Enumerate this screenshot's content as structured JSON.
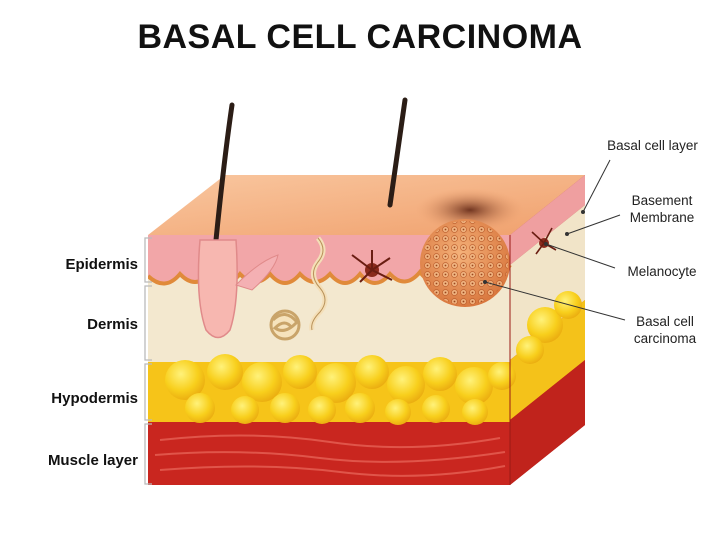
{
  "title": "BASAL CELL CARCINOMA",
  "layers": [
    {
      "label": "Epidermis"
    },
    {
      "label": "Dermis"
    },
    {
      "label": "Hypodermis"
    },
    {
      "label": "Muscle layer"
    }
  ],
  "callouts": {
    "basal_cell_layer": "Basal cell layer",
    "basement_membrane_1": "Basement",
    "basement_membrane_2": "Membrane",
    "melanocyte": "Melanocyte",
    "bcc_1": "Basal cell",
    "bcc_2": "carcinoma"
  },
  "colors": {
    "skin_top": "#f6b48a",
    "epidermis": "#f2a6a8",
    "dermis": "#f3e8cf",
    "fat": "#f6c419",
    "muscle": "#c9261f",
    "tumor": "#e8975a",
    "hair": "#2b1d16"
  }
}
